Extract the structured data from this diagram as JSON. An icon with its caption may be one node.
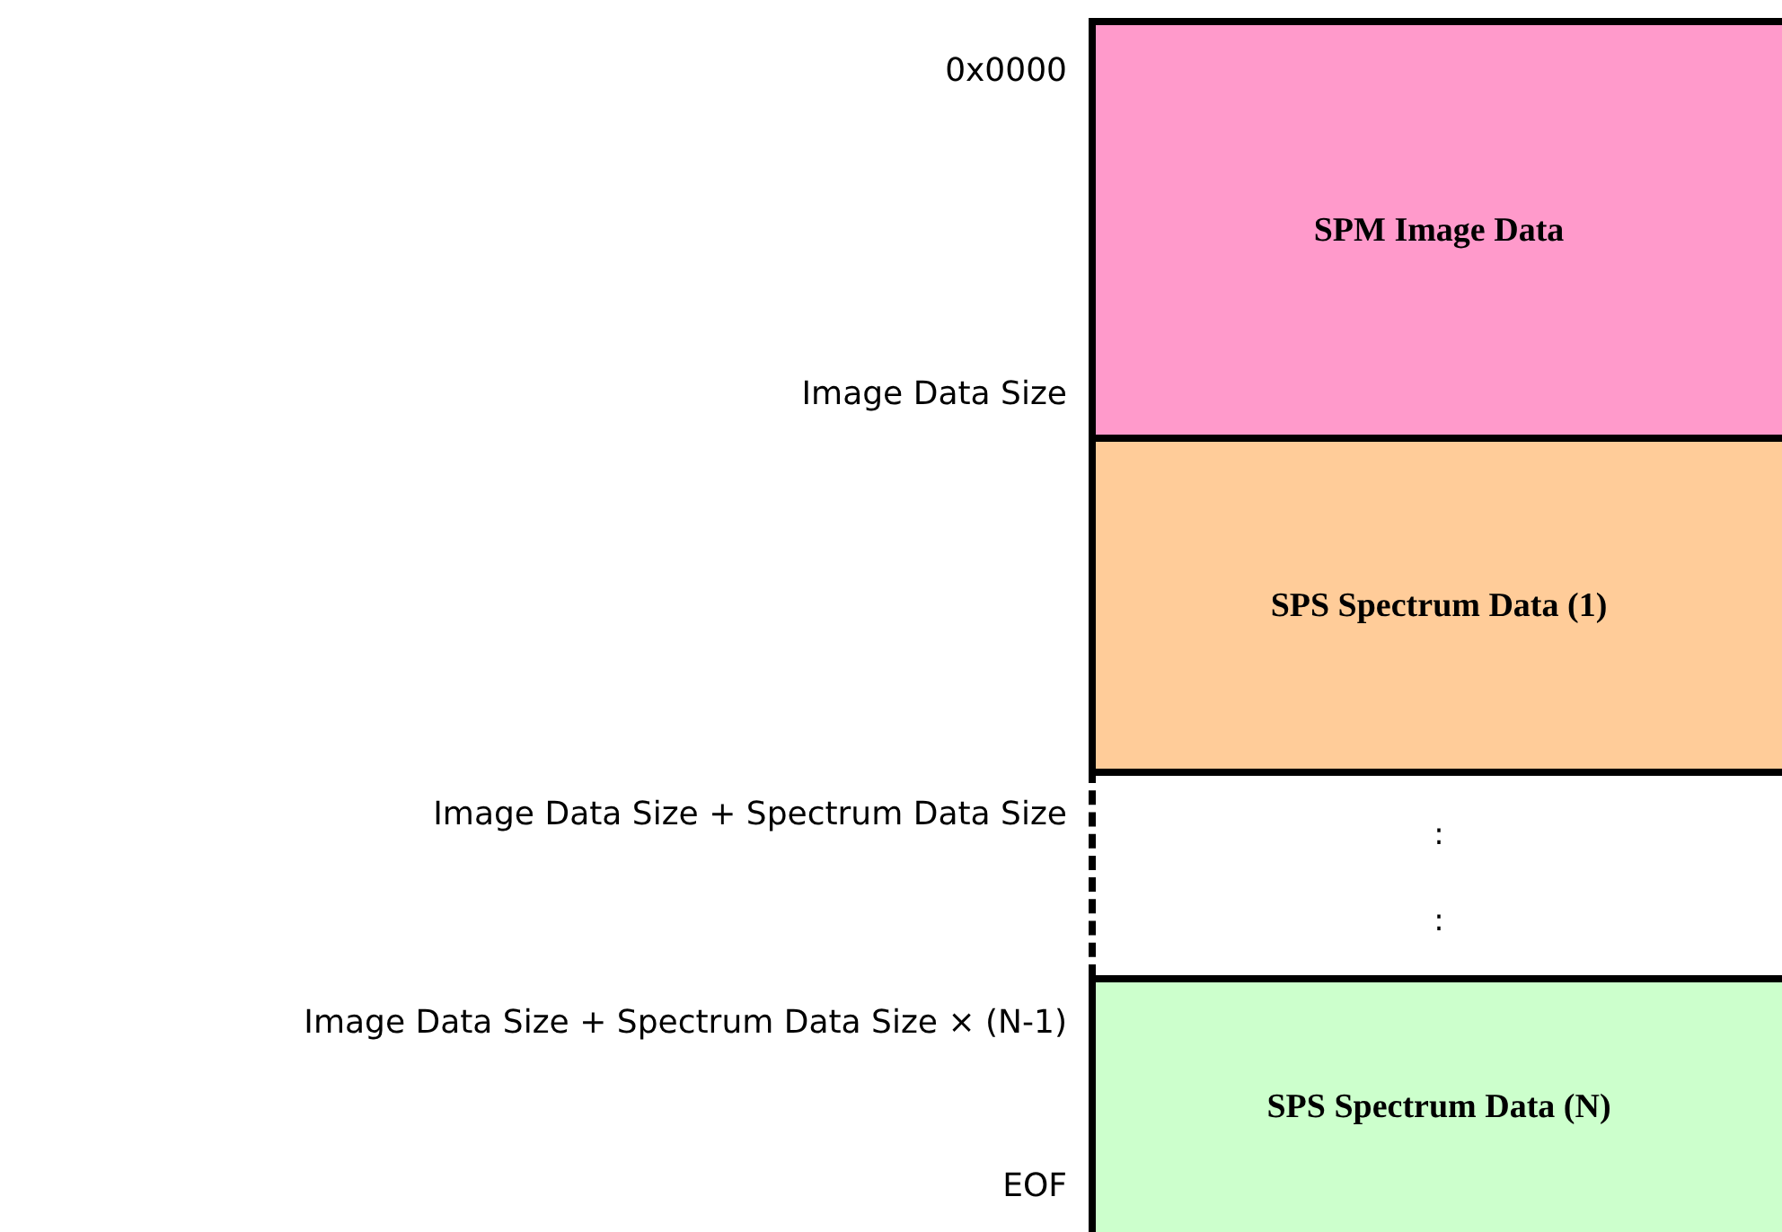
{
  "diagram": {
    "nodes": [
      {
        "text": [
          "SPM Image Data"
        ]
      },
      {
        "text": [
          "SPS Spectrum Data (1)"
        ]
      },
      {
        "text": [
          ":",
          ":"
        ]
      },
      {
        "text": [
          "SPS Spectrum Data (N)"
        ]
      }
    ],
    "labels": [
      "0x0000",
      "Image Data Size",
      "Image Data Size + Spectrum Data Size",
      "Image Data Size + Spectrum Data Size × (N-1)",
      "EOF"
    ]
  }
}
